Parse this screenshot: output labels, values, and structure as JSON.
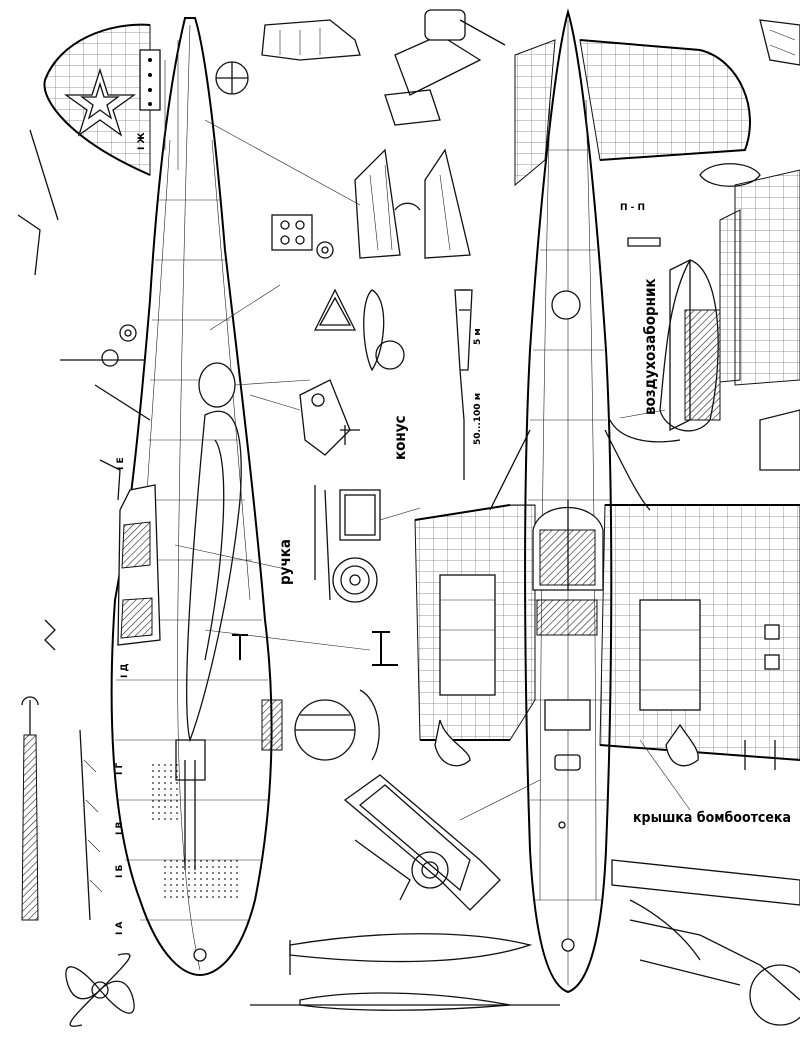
{
  "labels": {
    "ruchka": "ручка",
    "konus": "конус",
    "vozdukhozabornik": "воздухозаборник",
    "bomb_bay_cover": "крышка бомбоотсека",
    "section_p": "П - П",
    "dim_5m": "5 м",
    "dim_50_100": "50...100 м"
  },
  "station_marks": [
    "I Ж",
    "I Е",
    "I Д",
    "I Г",
    "I В",
    "I Б",
    "I А"
  ],
  "colors": {
    "ink": "#111111",
    "paper": "#ffffff"
  }
}
